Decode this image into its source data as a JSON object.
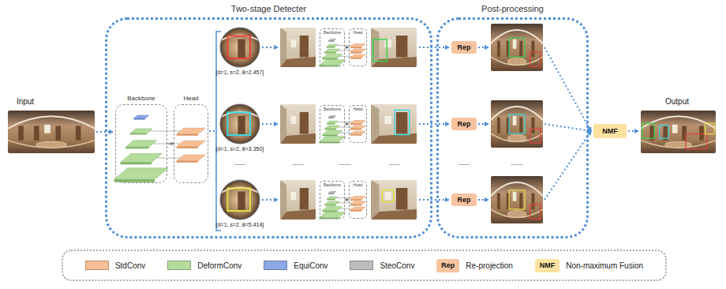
{
  "diagram": {
    "nodes": [
      {
        "text": [
          "Two-stage Detecter"
        ]
      },
      {
        "text": [
          "Backbone"
        ],
        "in": 0
      },
      {
        "text": [
          "Head"
        ],
        "in": 0
      },
      {
        "text": [
          "{d=1, s=2, θ=2.457}"
        ],
        "in": 0
      },
      {
        "text": [
          "Backbone"
        ],
        "in": 0
      },
      {
        "text": [
          "Head"
        ],
        "in": 0
      },
      {
        "text": [
          "{d=1, s=2, θ=3.350}"
        ],
        "in": 0
      },
      {
        "text": [
          "Backbone"
        ],
        "in": 0
      },
      {
        "text": [
          "Head"
        ],
        "in": 0
      },
      {
        "text": [
          "{d=1, s=2, θ=5.414}"
        ],
        "in": 0
      },
      {
        "text": [
          "Backbone"
        ],
        "in": 0
      },
      {
        "text": [
          "Head"
        ],
        "in": 0
      },
      {
        "text": [
          "Post-processing"
        ]
      },
      {
        "text": [
          "Rep"
        ],
        "in": 12
      },
      {
        "text": [
          "Rep"
        ],
        "in": 12
      },
      {
        "text": [
          "Rep"
        ],
        "in": 12
      },
      {
        "text": [
          "NMF"
        ]
      }
    ],
    "edges": [
      {
        "from": 1,
        "to": 2,
        "arrow": "to"
      },
      {
        "from": 4,
        "to": 5,
        "arrow": "to"
      },
      {
        "from": 7,
        "to": 8,
        "arrow": "to"
      },
      {
        "from": 10,
        "to": 11,
        "arrow": "to"
      }
    ],
    "labels": [
      "Input",
      "Output",
      "......",
      "......",
      "......",
      "......",
      "......",
      "......",
      "Rep",
      "NMF"
    ],
    "legend": [
      {
        "text": "StdConv",
        "color": "#f6bf95"
      },
      {
        "text": "DeformConv",
        "color": "#b5dc9c"
      },
      {
        "text": "EquiConv",
        "color": "#8ea8e6"
      },
      {
        "text": "SteoConv",
        "color": "#bdbdbd"
      },
      {
        "text": "Re-projection",
        "color": "#f8c4a0"
      },
      {
        "text": "Non-maximum Fusion",
        "color": "#fde2a0"
      }
    ]
  }
}
